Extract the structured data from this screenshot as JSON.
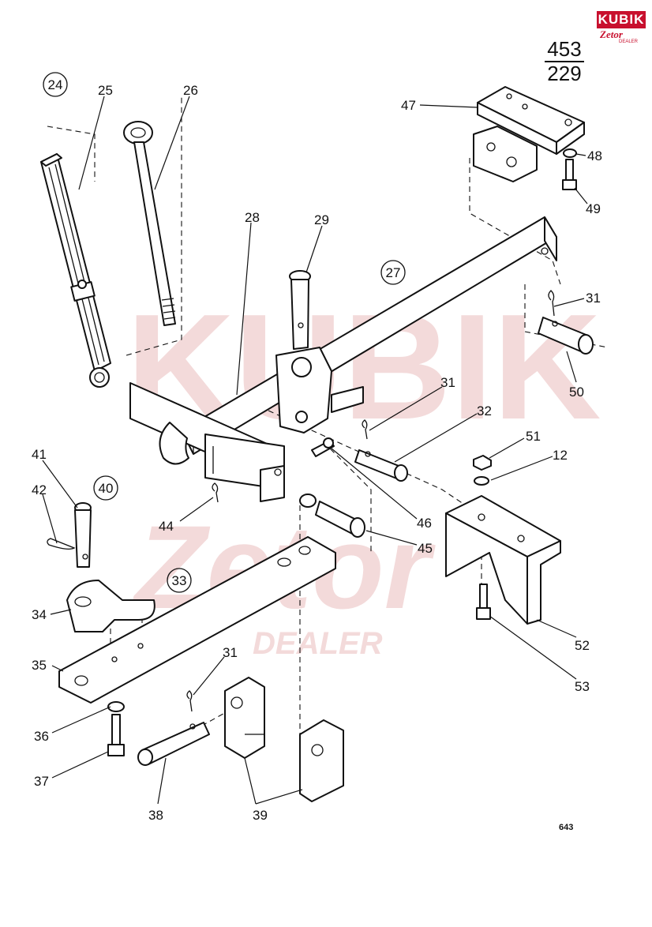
{
  "logo": {
    "brand": "KUBIK",
    "sub": "Zetor",
    "tag": "DEALER",
    "color": "#c8102e"
  },
  "watermark": {
    "brand": "KUBIK",
    "sub": "Zetor",
    "tag": "DEALER",
    "color": "#f3dada"
  },
  "page": {
    "number_top": "453",
    "number_bottom": "229"
  },
  "figure_code": "643",
  "callouts": {
    "c12": "12",
    "c24": "24",
    "c25": "25",
    "c26": "26",
    "c27": "27",
    "c28": "28",
    "c29": "29",
    "c31a": "31",
    "c31b": "31",
    "c31c": "31",
    "c32": "32",
    "c33": "33",
    "c34": "34",
    "c35": "35",
    "c36": "36",
    "c37": "37",
    "c38": "38",
    "c39": "39",
    "c40": "40",
    "c41": "41",
    "c42": "42",
    "c44": "44",
    "c45": "45",
    "c46": "46",
    "c47": "47",
    "c48": "48",
    "c49": "49",
    "c50": "50",
    "c51": "51",
    "c52": "52",
    "c53": "53"
  }
}
